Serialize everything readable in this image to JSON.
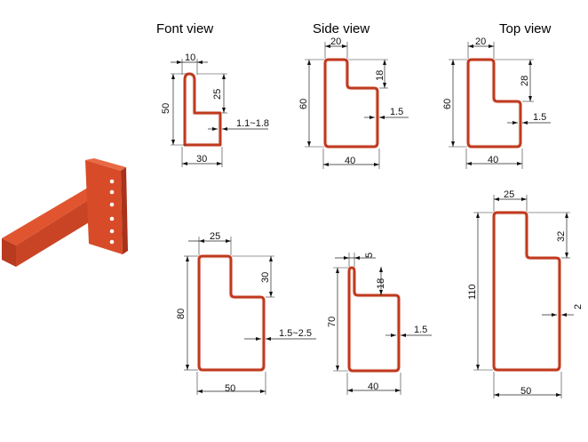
{
  "headers": {
    "front": "Font view",
    "side": "Side view",
    "top": "Top view"
  },
  "colors": {
    "profile": "#c0391e",
    "dimension": "#222222",
    "beam_light": "#e0552f",
    "beam_dark": "#a8321a"
  },
  "drawings": [
    {
      "id": "front-small",
      "dims": {
        "top": "10",
        "height": "50",
        "step": "25",
        "thickness": "1.1~1.8",
        "width": "30"
      }
    },
    {
      "id": "side-small",
      "dims": {
        "top": "20",
        "height": "60",
        "step": "18",
        "thickness": "1.5",
        "width": "40"
      }
    },
    {
      "id": "top-small",
      "dims": {
        "top": "20",
        "height": "60",
        "step": "28",
        "thickness": "1.5",
        "width": "40"
      }
    },
    {
      "id": "front-large",
      "dims": {
        "top": "25",
        "height": "80",
        "step": "30",
        "thickness": "1.5~2.5",
        "width": "50"
      }
    },
    {
      "id": "side-large",
      "dims": {
        "top": "5",
        "height": "70",
        "step": "18",
        "thickness": "1.5",
        "width": "40"
      }
    },
    {
      "id": "top-large",
      "dims": {
        "top": "25",
        "height": "110",
        "step": "32",
        "thickness": "2",
        "width": "50"
      }
    }
  ]
}
